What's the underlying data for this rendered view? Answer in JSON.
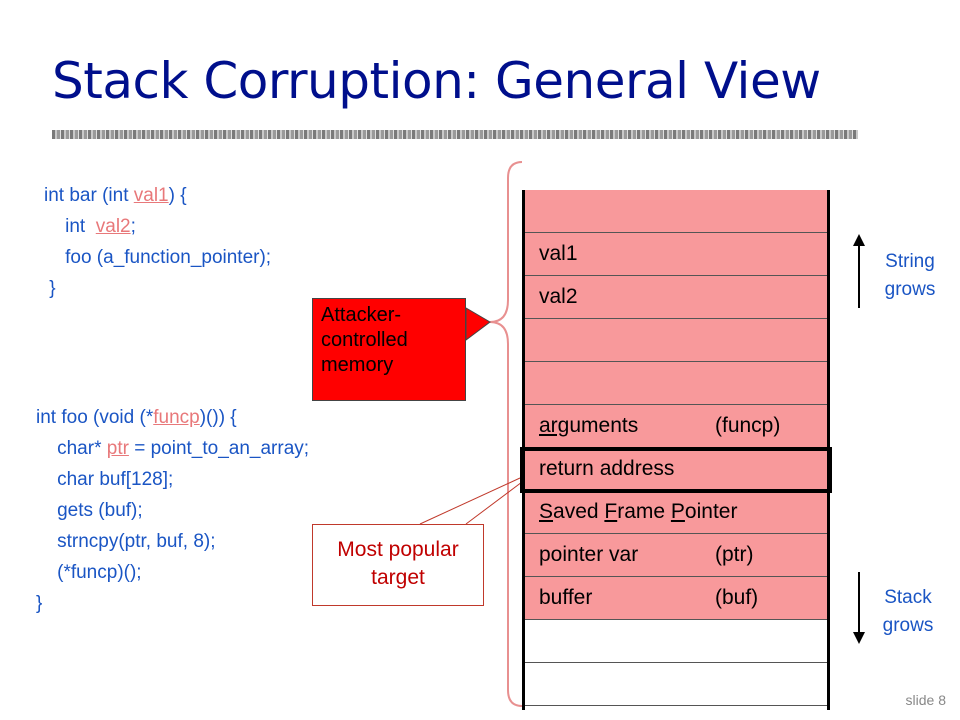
{
  "title": "Stack Corruption: General View",
  "code_bar": [
    {
      "parts": [
        {
          "t": "int bar (int "
        },
        {
          "t": "val1",
          "hl": true
        },
        {
          "t": ") {"
        }
      ]
    },
    {
      "parts": [
        {
          "t": "    int  "
        },
        {
          "t": "val2",
          "hl": true
        },
        {
          "t": ";"
        }
      ]
    },
    {
      "parts": [
        {
          "t": "    foo (a_function_pointer);"
        }
      ]
    },
    {
      "parts": [
        {
          "t": " }"
        }
      ]
    }
  ],
  "code_foo": [
    {
      "parts": [
        {
          "t": "int foo (void (*"
        },
        {
          "t": "funcp",
          "hl": true
        },
        {
          "t": ")()) {"
        }
      ]
    },
    {
      "parts": [
        {
          "t": "    char* "
        },
        {
          "t": "ptr",
          "hl": true
        },
        {
          "t": " = point_to_an_array;"
        }
      ]
    },
    {
      "parts": [
        {
          "t": "    char buf[128];"
        }
      ]
    },
    {
      "parts": [
        {
          "t": "    gets (buf);"
        }
      ]
    },
    {
      "parts": [
        {
          "t": "    strncpy(ptr, buf, 8);"
        }
      ]
    },
    {
      "parts": [
        {
          "t": "    (*funcp)();"
        }
      ]
    },
    {
      "parts": [
        {
          "t": "}"
        }
      ]
    }
  ],
  "stack": [
    {
      "label": "",
      "extra": "",
      "pink": true
    },
    {
      "label": "val1",
      "extra": "",
      "pink": true
    },
    {
      "label": "val2",
      "extra": "",
      "pink": true
    },
    {
      "label": "",
      "extra": "",
      "pink": true
    },
    {
      "label": "",
      "extra": "",
      "pink": true
    },
    {
      "label": "arguments",
      "extra": "(funcp)",
      "pink": true,
      "underline": [
        0,
        3
      ]
    },
    {
      "label": "return address",
      "extra": "",
      "pink": true
    },
    {
      "label": "Saved Frame Pointer",
      "extra": "",
      "pink": true,
      "underline_words": true
    },
    {
      "label": "pointer var",
      "extra": "(ptr)",
      "pink": true
    },
    {
      "label": "buffer",
      "extra": "(buf)",
      "pink": true
    },
    {
      "label": "",
      "extra": "",
      "pink": false
    },
    {
      "label": "",
      "extra": "",
      "pink": false
    }
  ],
  "callouts": {
    "attacker": [
      "Attacker-",
      "controlled",
      "memory"
    ],
    "target": [
      "Most popular",
      "target"
    ]
  },
  "string_grows": [
    "String",
    "grows"
  ],
  "stack_grows": [
    "Stack",
    "grows"
  ],
  "footer": "slide 8",
  "colors": {
    "title": "#000f8c",
    "code": "#1a55c4",
    "param": "#e8787a",
    "stack_fill": "#f8999b",
    "callout_red": "#ff0000",
    "target_text": "#c00000"
  }
}
